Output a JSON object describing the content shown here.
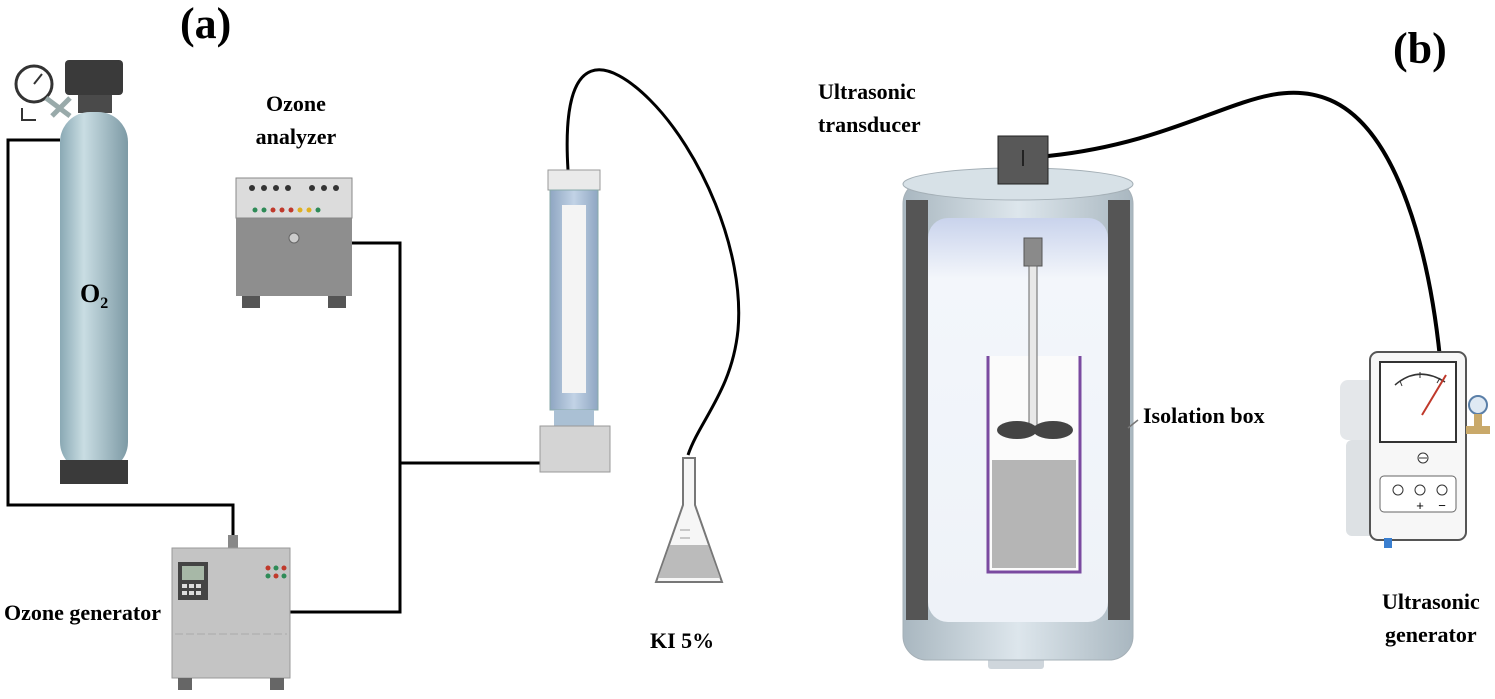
{
  "panels": {
    "a": "(a)",
    "b": "(b)"
  },
  "labels": {
    "cylinder_main": "O",
    "cylinder_sub": "2",
    "ozone_analyzer_line1": "Ozone",
    "ozone_analyzer_line2": "analyzer",
    "ozone_generator": "Ozone generator",
    "ki": "KI 5%",
    "ultrasonic_transducer_line1": "Ultrasonic",
    "ultrasonic_transducer_line2": "transducer",
    "isolation_box": "Isolation box",
    "ultrasonic_generator_line1": "Ultrasonic",
    "ultrasonic_generator_line2": "generator",
    "meter_plus": "+",
    "meter_minus": "−"
  },
  "colors": {
    "line": "#000000",
    "cylinder_body": "#a9c3cc",
    "cylinder_cap": "#3a3a3a",
    "device_grey": "#8c8c8c",
    "device_light": "#d5d5d5",
    "column_blue": "#9db5cf",
    "vessel_outer": "#c7d4dc",
    "vessel_dark": "#555555",
    "vessel_inner": "#e8eef6",
    "beaker_border": "#7a4aa0",
    "liquid": "#b5b5b5",
    "gauge_needle": "#c0392b"
  }
}
